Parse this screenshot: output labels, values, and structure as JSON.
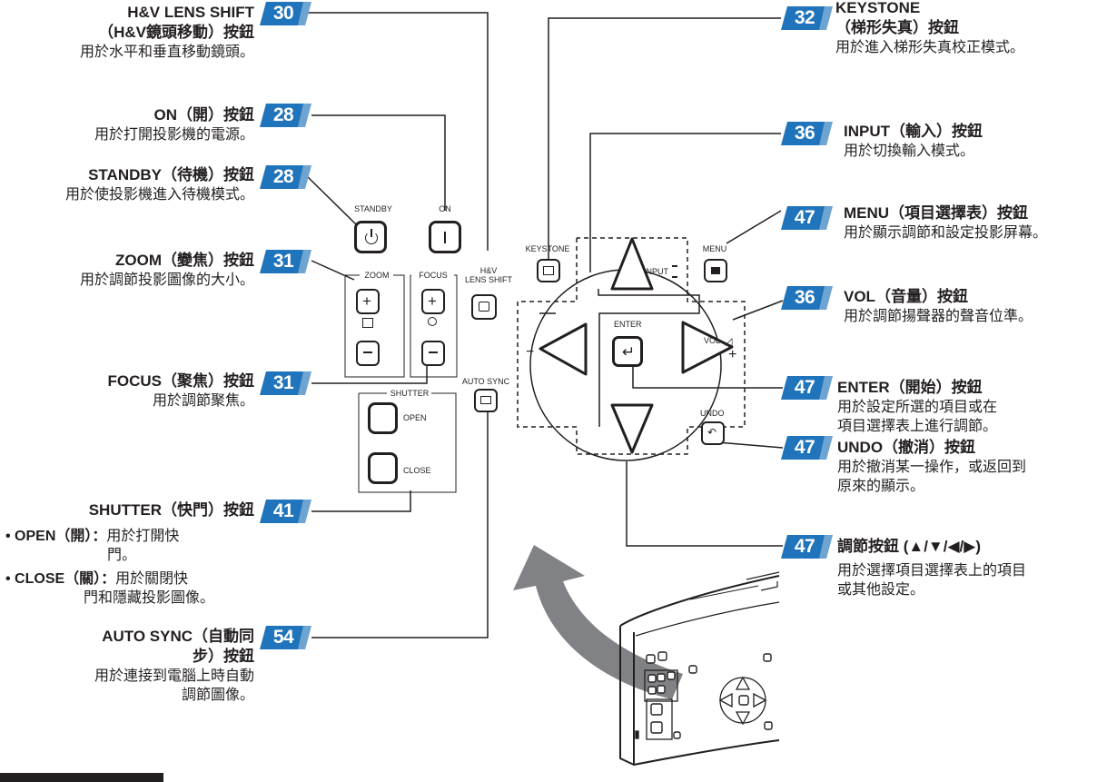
{
  "colors": {
    "badge": "#1f74bb",
    "line": "#231f20"
  },
  "callouts": {
    "lens_shift": {
      "badge": "30",
      "title1": "H&V LENS SHIFT",
      "title2": "（H&V鏡頭移動）按鈕",
      "desc": "用於水平和垂直移動鏡頭。"
    },
    "on": {
      "badge": "28",
      "title": "ON（開）按鈕",
      "desc": "用於打開投影機的電源。"
    },
    "standby": {
      "badge": "28",
      "title": "STANDBY（待機）按鈕",
      "desc": "用於使投影機進入待機模式。"
    },
    "zoom": {
      "badge": "31",
      "title": "ZOOM（變焦）按鈕",
      "desc": "用於調節投影圖像的大小。"
    },
    "focus": {
      "badge": "31",
      "title": "FOCUS（聚焦）按鈕",
      "desc": "用於調節聚焦。"
    },
    "shutter": {
      "badge": "41",
      "title": "SHUTTER（快門）按鈕",
      "open_label": "• OPEN（開）：",
      "open_desc1": "用於打開快",
      "open_desc2": "門。",
      "close_label": "• CLOSE（關）：",
      "close_desc1": "用於關閉快",
      "close_desc2": "門和隱藏投影圖像。"
    },
    "auto_sync": {
      "badge": "54",
      "title1": "AUTO SYNC（自動同",
      "title2": "步）按鈕",
      "desc1": "用於連接到電腦上時自動",
      "desc2": "調節圖像。"
    },
    "keystone": {
      "badge": "32",
      "title1": "KEYSTONE",
      "title2": "（梯形失真）按鈕",
      "desc": "用於進入梯形失真校正模式。"
    },
    "input": {
      "badge": "36",
      "title": "INPUT（輸入）按鈕",
      "desc": "用於切換輸入模式。"
    },
    "menu": {
      "badge": "47",
      "title": "MENU（項目選擇表）按鈕",
      "desc": "用於顯示調節和設定投影屏幕。"
    },
    "vol": {
      "badge": "36",
      "title": "VOL（音量）按鈕",
      "desc": "用於調節揚聲器的聲音位準。"
    },
    "enter": {
      "badge": "47",
      "title": "ENTER（開始）按鈕",
      "desc1": "用於設定所選的項目或在",
      "desc2": "項目選擇表上進行調節。"
    },
    "undo": {
      "badge": "47",
      "title": "UNDO（撤消）按鈕",
      "desc1": "用於撤消某一操作，或返回到",
      "desc2": "原來的顯示。"
    },
    "adjust": {
      "badge": "47",
      "title": "調節按鈕 (▲/▼/◀/▶)",
      "desc1": "用於選擇項目選擇表上的項目",
      "desc2": "或其他設定。"
    }
  },
  "panel": {
    "standby": "STANDBY",
    "on": "ON",
    "zoom": "ZOOM",
    "focus": "FOCUS",
    "lens_shift1": "H&V",
    "lens_shift2": "LENS SHIFT",
    "shutter": "SHUTTER",
    "open": "OPEN",
    "close": "CLOSE",
    "auto_sync": "AUTO SYNC",
    "keystone": "KEYSTONE",
    "input": "INPUT",
    "menu": "MENU",
    "enter": "ENTER",
    "vol": "VOL",
    "undo": "UNDO",
    "minus": "−",
    "plus": "+"
  }
}
